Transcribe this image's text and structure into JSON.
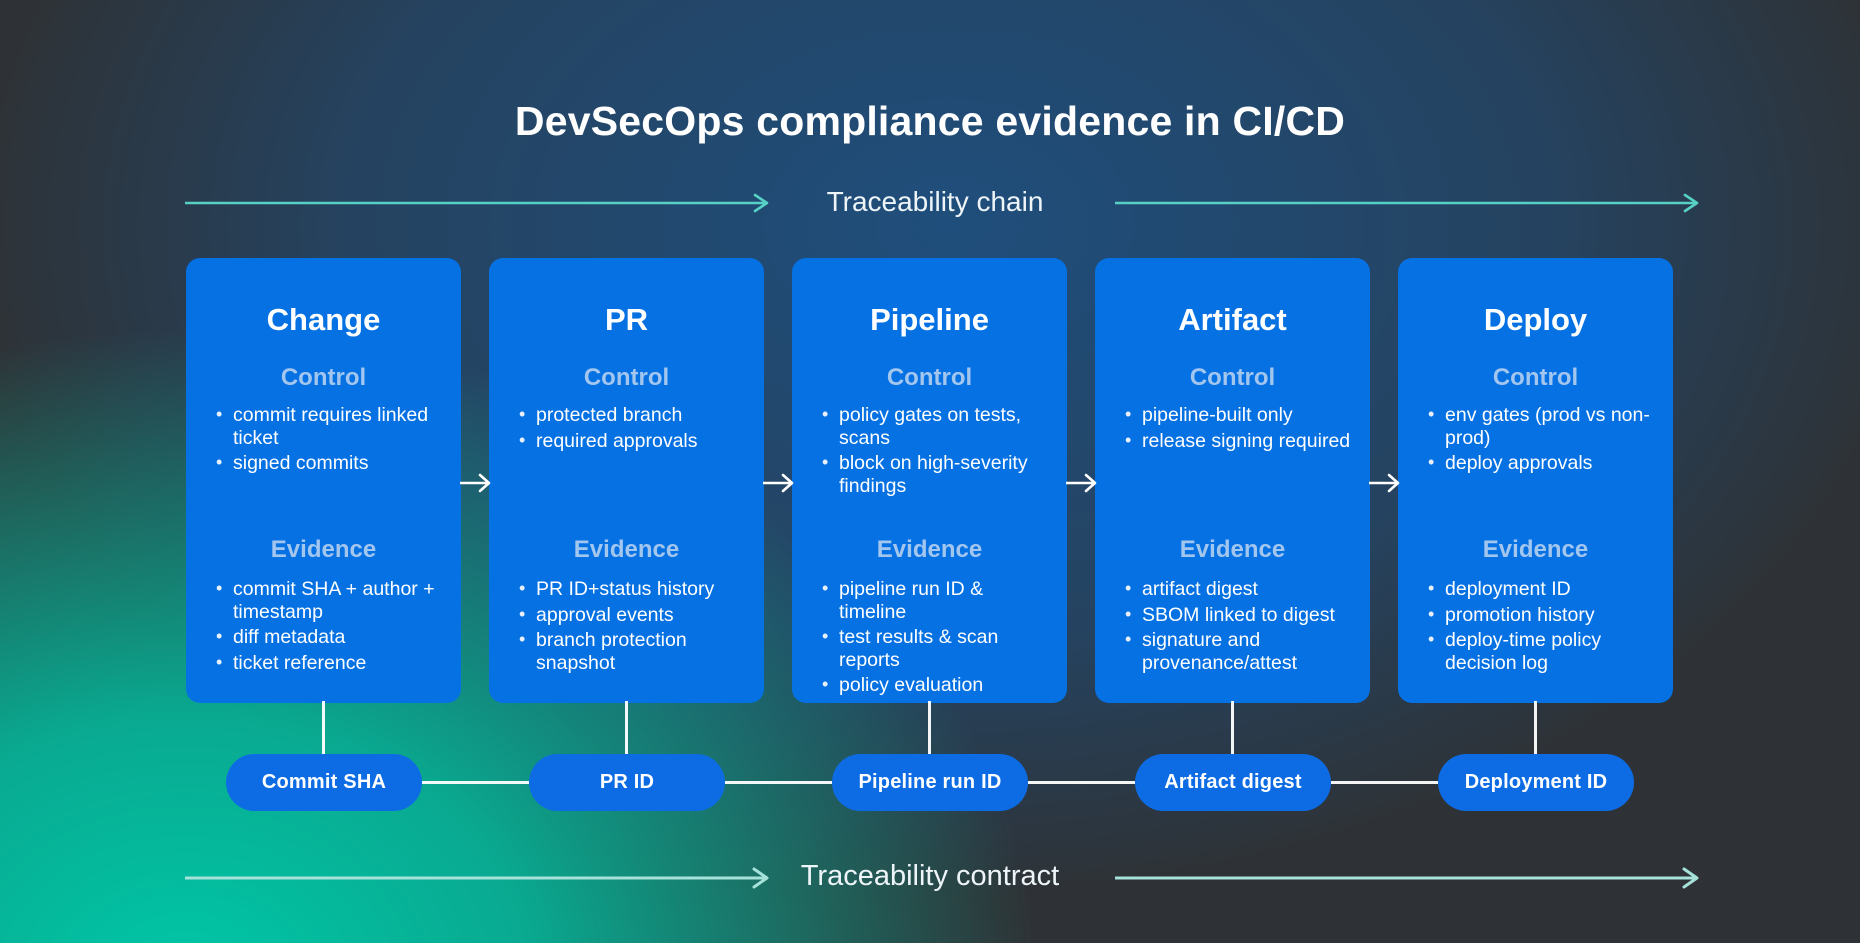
{
  "page": {
    "title": "DevSecOps compliance evidence in CI/CD"
  },
  "flows": {
    "top": {
      "label": "Traceability chain"
    },
    "bottom": {
      "label": "Traceability contract"
    }
  },
  "sections": {
    "control": "Control",
    "evidence": "Evidence"
  },
  "cards": [
    {
      "title": "Change",
      "control": [
        "commit requires linked ticket",
        "signed commits"
      ],
      "evidence": [
        "commit SHA + author + timestamp",
        "diff metadata",
        "ticket reference"
      ],
      "pill": "Commit SHA"
    },
    {
      "title": "PR",
      "control": [
        "protected branch",
        "required approvals"
      ],
      "evidence": [
        "PR ID+status history",
        "approval events",
        "branch protection snapshot"
      ],
      "pill": "PR ID"
    },
    {
      "title": "Pipeline",
      "control": [
        "policy gates on tests, scans",
        "block on high-severity findings"
      ],
      "evidence": [
        "pipeline run ID & timeline",
        "test results & scan reports",
        "policy evaluation"
      ],
      "pill": "Pipeline run ID"
    },
    {
      "title": "Artifact",
      "control": [
        "pipeline-built only",
        "release signing required"
      ],
      "evidence": [
        "artifact digest",
        "SBOM linked to digest",
        "signature and provenance/attest"
      ],
      "pill": "Artifact digest"
    },
    {
      "title": "Deploy",
      "control": [
        "env gates (prod vs non-prod)",
        "deploy approvals"
      ],
      "evidence": [
        "deployment ID",
        "promotion history",
        "deploy-time policy decision log"
      ],
      "pill": "Deployment ID"
    }
  ],
  "colors": {
    "card_blue": "#0571e3",
    "pill_blue": "#0d6ce4",
    "section_heading_blue": "#a3c6ef",
    "arrow_teal_top": "#57d1c5",
    "arrow_teal_bottom": "#a6e2d9",
    "background_teal": "#00c7a7",
    "background_blue": "#1f4e7c",
    "background_base": "#2e3236"
  }
}
